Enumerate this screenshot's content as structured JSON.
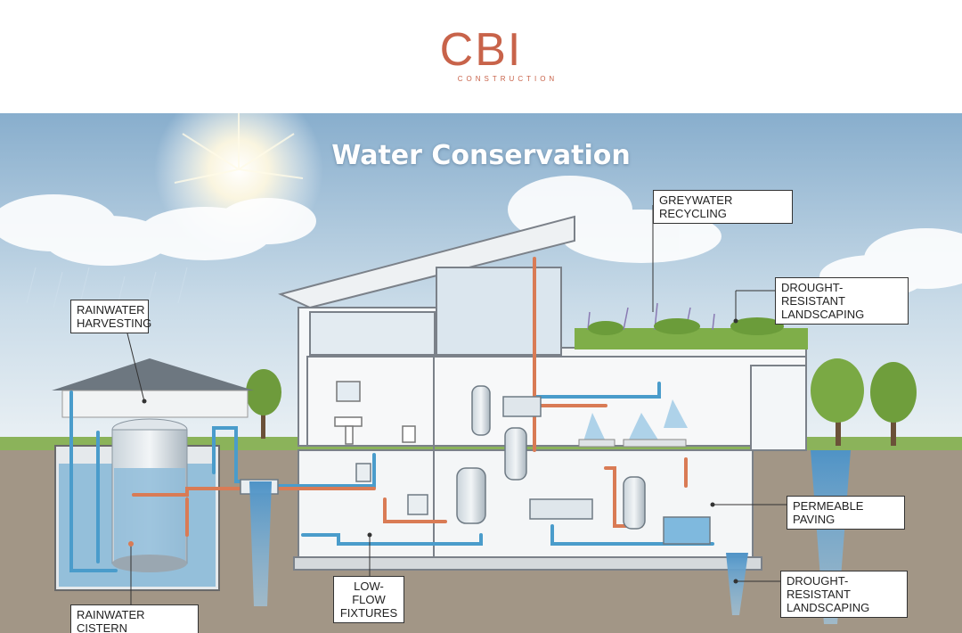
{
  "logo": {
    "letters": "CBI",
    "subtitle": "CONSTRUCTION"
  },
  "title": "Water Conservation",
  "labels": {
    "rainwater_harvesting": "RAINWATER\nHARVESTING",
    "greywater_recycling": "GREYWATER RECYCLING",
    "drought_resistant_top": "DROUGHT-RESISTANT\nLANDSCAPING",
    "permeable_paving": "PERMEABLE PAVING",
    "drought_resistant_bottom": "DROUGHT-RESISTANT\nLANDSCAPING",
    "low_flow_fixtures": "LOW-FLOW\nFIXTURES",
    "rainwater_cistern": "RAINWATER CISTERN"
  },
  "colors": {
    "brand": "#c8634a",
    "sky_top": "#8fb4d3",
    "sky_bottom": "#e8f0f5",
    "ground": "#a19385",
    "water": "#5a9fca",
    "cold_pipe": "#4a9ccb",
    "hot_pipe": "#d97b55",
    "grass": "#6fa443"
  }
}
